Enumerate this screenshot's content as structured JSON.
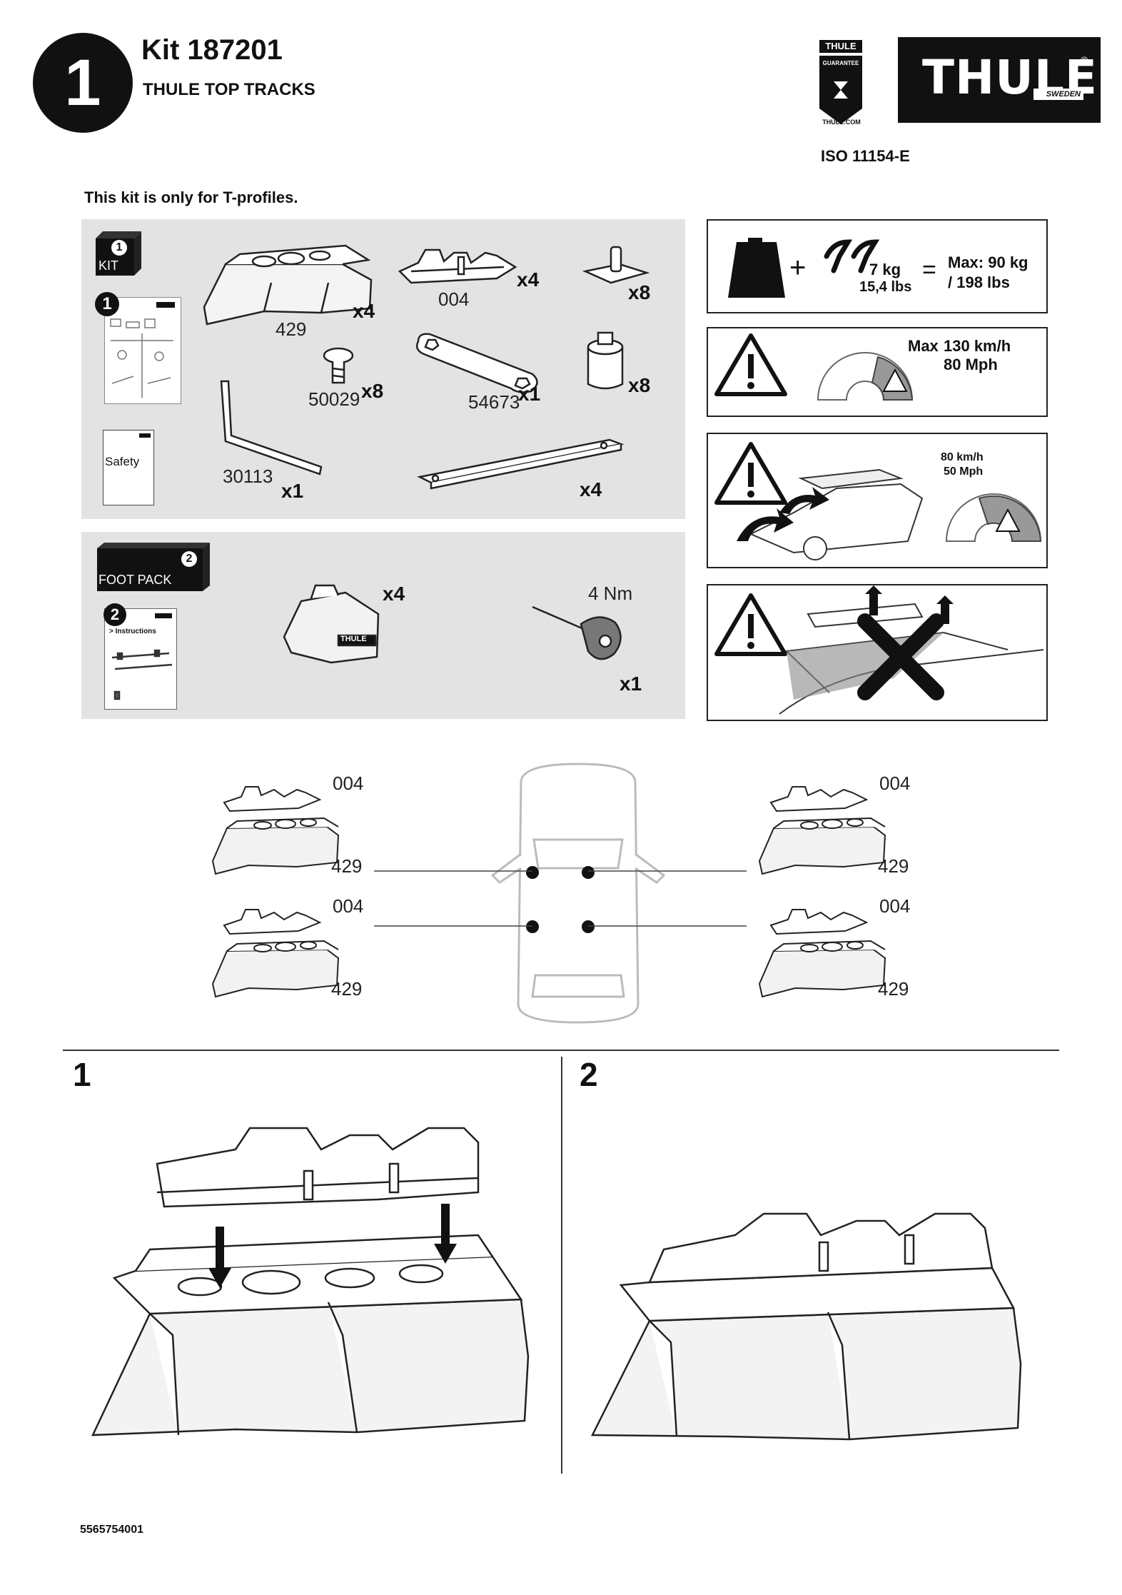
{
  "header": {
    "step_number": "1",
    "kit_title": "Kit 187201",
    "subtitle": "THULE TOP TRACKS",
    "guarantee_top": "THULE",
    "guarantee_word": "GUARANTEE",
    "guarantee_site": "THULE.COM",
    "logo_text": "THULE",
    "logo_sub": "SWEDEN",
    "logo_reg": "®",
    "iso": "ISO 11154-E"
  },
  "note": "This kit is only for T-profiles.",
  "kit_panel": {
    "box_num": "1",
    "box_label": "KIT",
    "doc_num": "1",
    "safety_label": "Safety",
    "parts": [
      {
        "code": "429",
        "qty": "x4"
      },
      {
        "code": "004",
        "qty": "x4"
      },
      {
        "code": "",
        "qty": "x8"
      },
      {
        "code": "50029",
        "qty": "x8"
      },
      {
        "code": "54673",
        "qty": "x1"
      },
      {
        "code": "",
        "qty": "x8"
      },
      {
        "code": "30113",
        "qty": "x1"
      },
      {
        "code": "",
        "qty": "x4"
      }
    ]
  },
  "foot_panel": {
    "box_num": "2",
    "box_label": "FOOT PACK",
    "doc_num": "2",
    "doc_text": "> Instructions",
    "foot_qty": "x4",
    "torque": "4 Nm",
    "tool_qty": "x1",
    "foot_brand": "THULE"
  },
  "warnings": {
    "load_weight": "7 kg",
    "load_weight_lbs": "15,4 lbs",
    "equals": "=",
    "plus": "+",
    "max_load": "Max: 90 kg",
    "max_load_lbs": "/ 198 lbs",
    "max_label": "Max",
    "speed_kmh": "130 km/h",
    "speed_mph": "80 Mph",
    "speed2_kmh": "80 km/h",
    "speed2_mph": "50 Mph"
  },
  "diagram": {
    "top_code": "004",
    "base_code": "429"
  },
  "steps": {
    "step1": "1",
    "step2": "2"
  },
  "footer": {
    "doc_number": "5565754001"
  }
}
